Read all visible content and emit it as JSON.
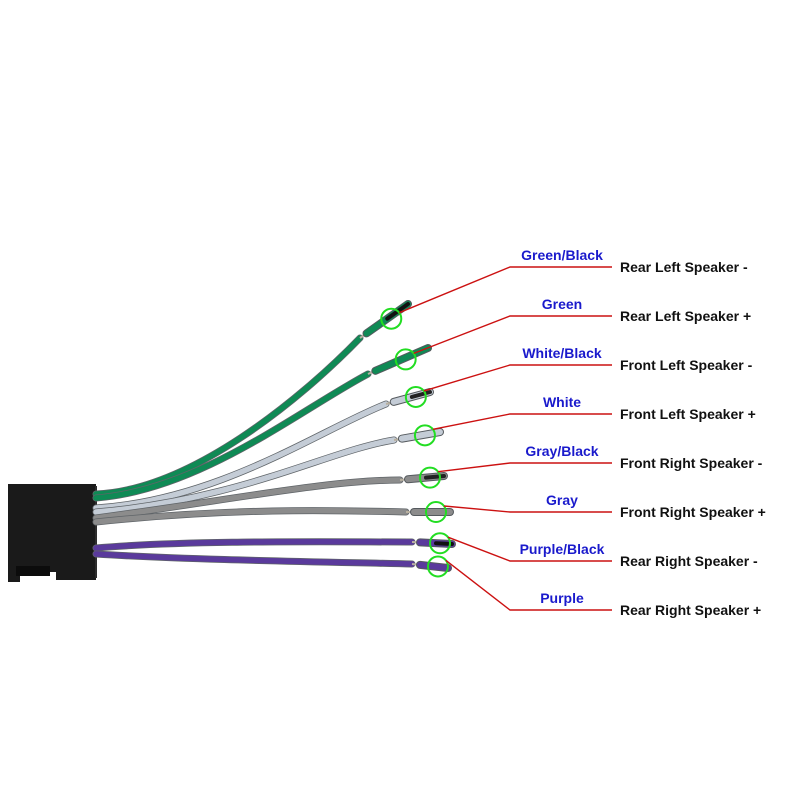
{
  "colors": {
    "background": "#ffffff",
    "label_text": "#1a1acc",
    "leader_line": "#cc1111",
    "highlight_circle": "#22dd22",
    "connector": "#1a1a1a"
  },
  "wires": [
    {
      "color_label": "Green/Black",
      "function": "Rear Left Speaker -",
      "wire_color": "#0f8a55",
      "stripe_color": "#111111"
    },
    {
      "color_label": "Green",
      "function": "Rear Left Speaker +",
      "wire_color": "#0f8a55",
      "stripe_color": ""
    },
    {
      "color_label": "White/Black",
      "function": "Front Left Speaker -",
      "wire_color": "#c4ccd6",
      "stripe_color": "#222222"
    },
    {
      "color_label": "White",
      "function": "Front Left Speaker +",
      "wire_color": "#c4ccd6",
      "stripe_color": ""
    },
    {
      "color_label": "Gray/Black",
      "function": "Front Right Speaker -",
      "wire_color": "#8c8c8c",
      "stripe_color": "#222222"
    },
    {
      "color_label": "Gray",
      "function": "Front Right Speaker +",
      "wire_color": "#8c8c8c",
      "stripe_color": ""
    },
    {
      "color_label": "Purple/Black",
      "function": "Rear Right Speaker -",
      "wire_color": "#5a3a9c",
      "stripe_color": "#111111"
    },
    {
      "color_label": "Purple",
      "function": "Rear Right Speaker +",
      "wire_color": "#5a3a9c",
      "stripe_color": ""
    }
  ]
}
